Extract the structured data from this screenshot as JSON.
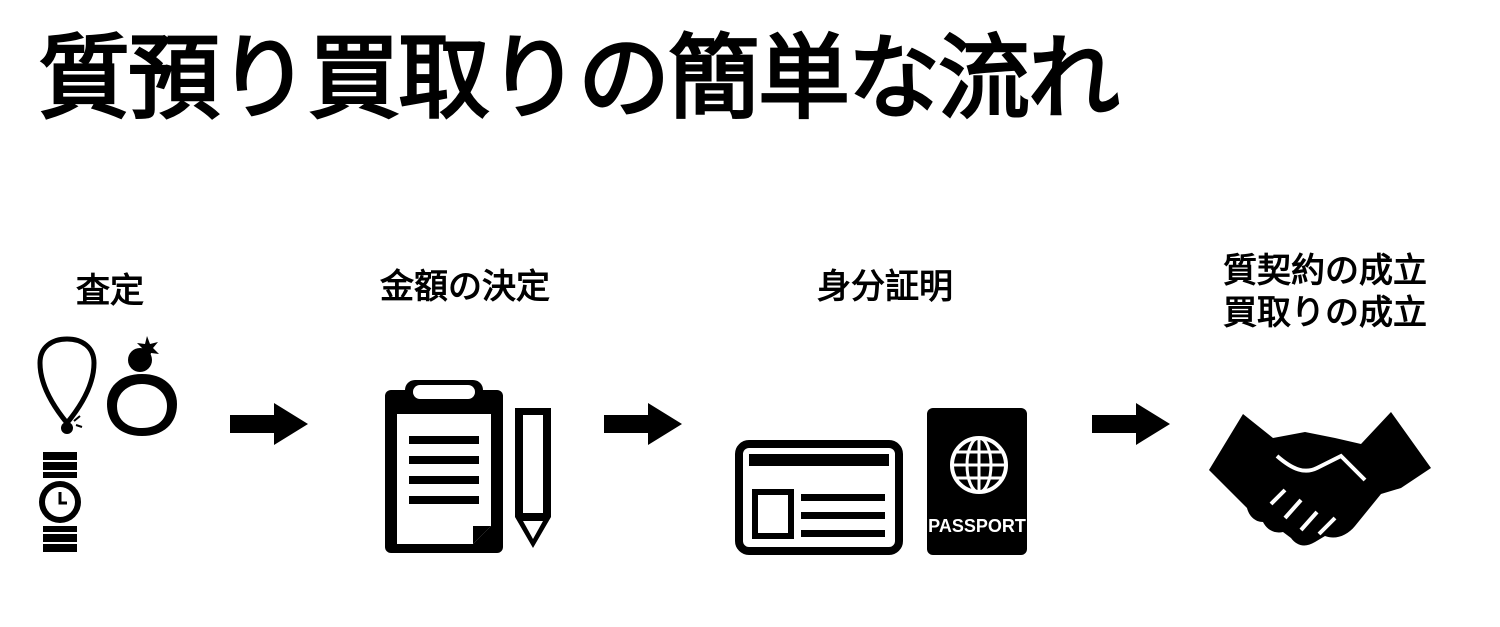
{
  "title": "質預り買取りの簡単な流れ",
  "steps": [
    {
      "label": "査定",
      "icons": [
        "necklace-icon",
        "ring-icon",
        "wristwatch-icon"
      ]
    },
    {
      "label": "金額の決定",
      "icons": [
        "clipboard-icon",
        "pencil-icon"
      ]
    },
    {
      "label": "身分証明",
      "icons": [
        "id-card-icon",
        "passport-icon"
      ],
      "passport_text": "PASSPORT"
    },
    {
      "label_lines": [
        "質契約の成立",
        "買取りの成立"
      ],
      "icons": [
        "handshake-icon"
      ]
    }
  ],
  "connectors": [
    "arrow-right-icon",
    "arrow-right-icon",
    "arrow-right-icon"
  ],
  "colors": {
    "ink": "#000000",
    "background": "#ffffff"
  }
}
